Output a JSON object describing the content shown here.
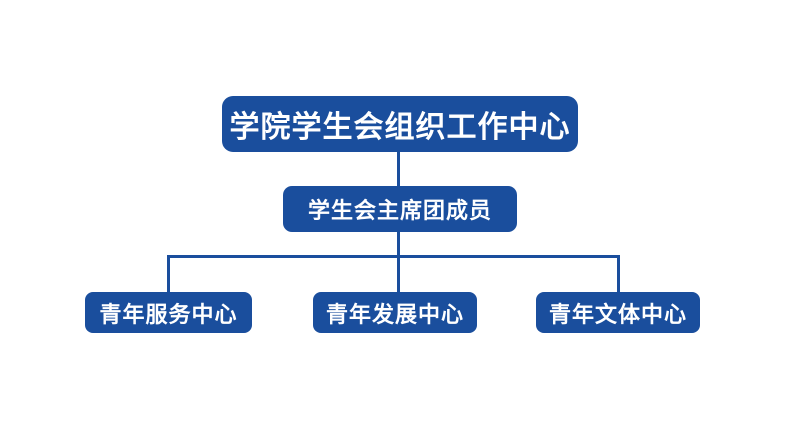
{
  "colors": {
    "background": "#FFFFFF",
    "node_fill": "#1A4E9D",
    "node_text": "#FFFFFF",
    "connector": "#1A4E9D"
  },
  "org_chart": {
    "type": "organization-chart",
    "root": {
      "label": "学院学生会组织工作中心"
    },
    "children": [
      {
        "label": "学生会主席团成员",
        "children": [
          {
            "label": "青年服务中心"
          },
          {
            "label": "青年发展中心"
          },
          {
            "label": "青年文体中心"
          }
        ]
      }
    ]
  }
}
